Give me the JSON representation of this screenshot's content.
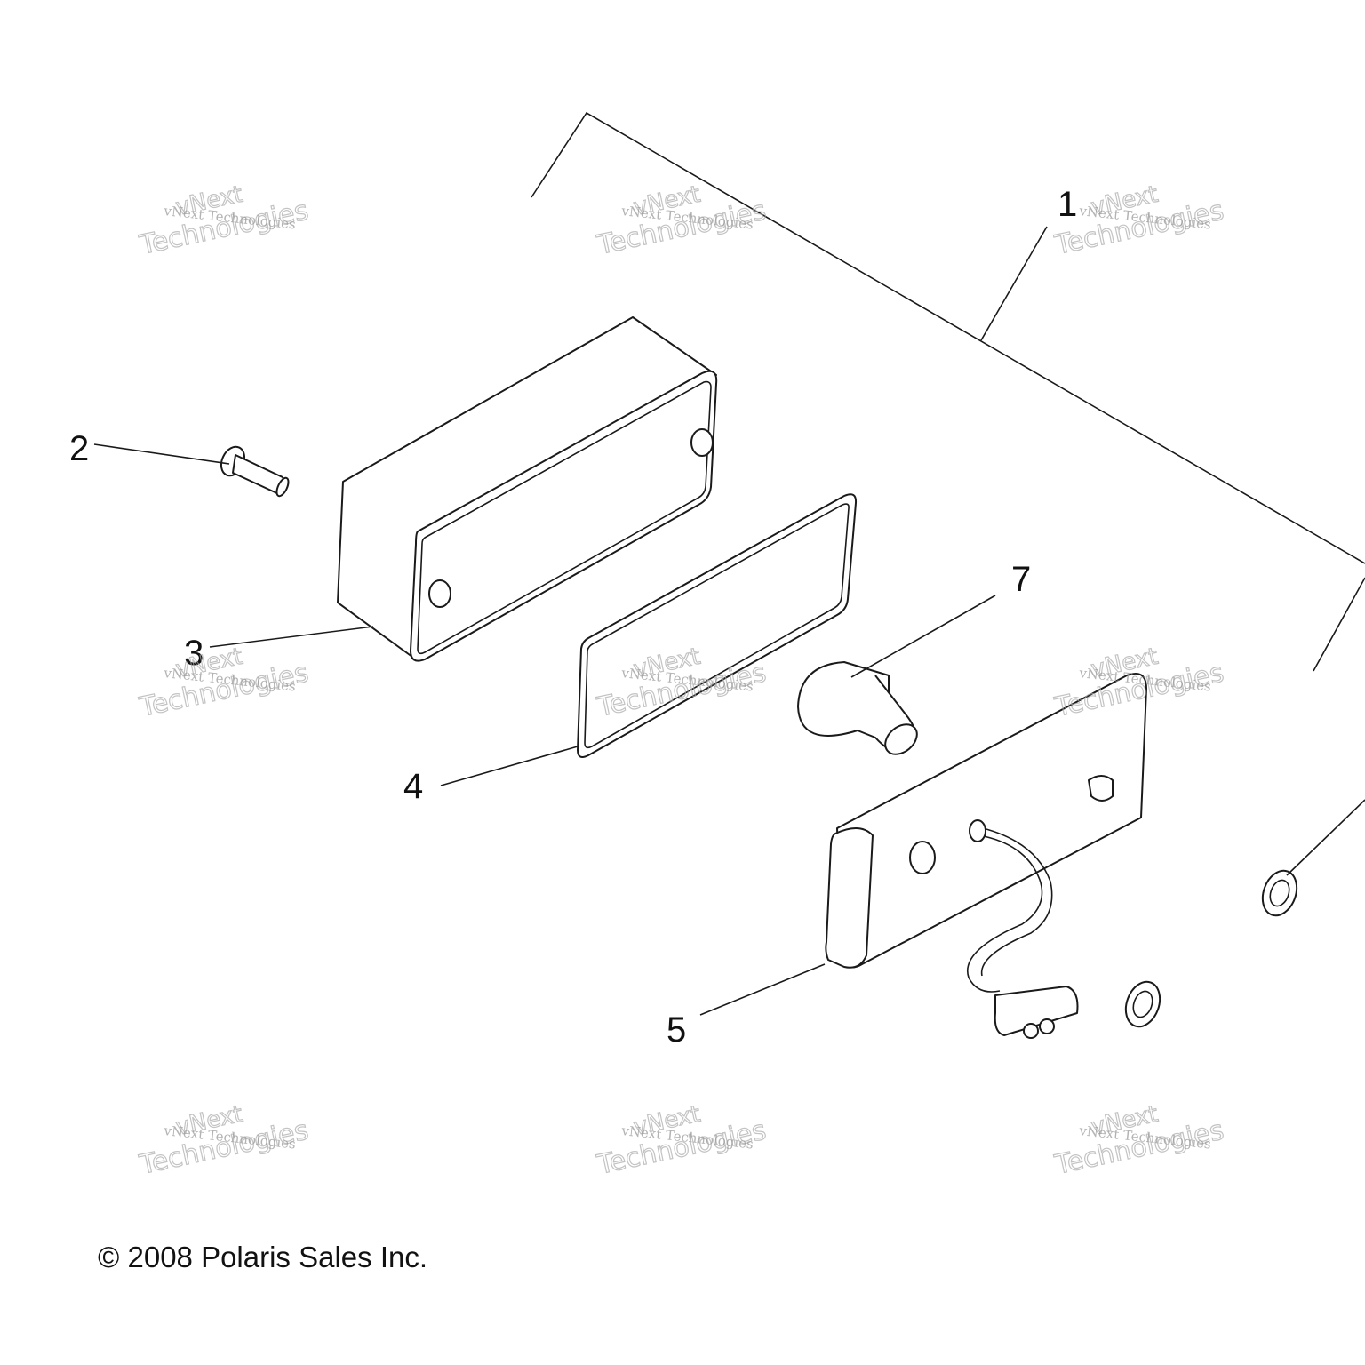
{
  "callouts": [
    {
      "id": "1",
      "label": "1"
    },
    {
      "id": "2",
      "label": "2"
    },
    {
      "id": "3",
      "label": "3"
    },
    {
      "id": "4",
      "label": "4"
    },
    {
      "id": "5",
      "label": "5"
    },
    {
      "id": "7",
      "label": "7"
    }
  ],
  "watermark": {
    "line_small": "vNext Technologies",
    "line_big_1": "vNext",
    "line_big_2": "Technologies"
  },
  "copyright": "© 2008 Polaris Sales Inc."
}
